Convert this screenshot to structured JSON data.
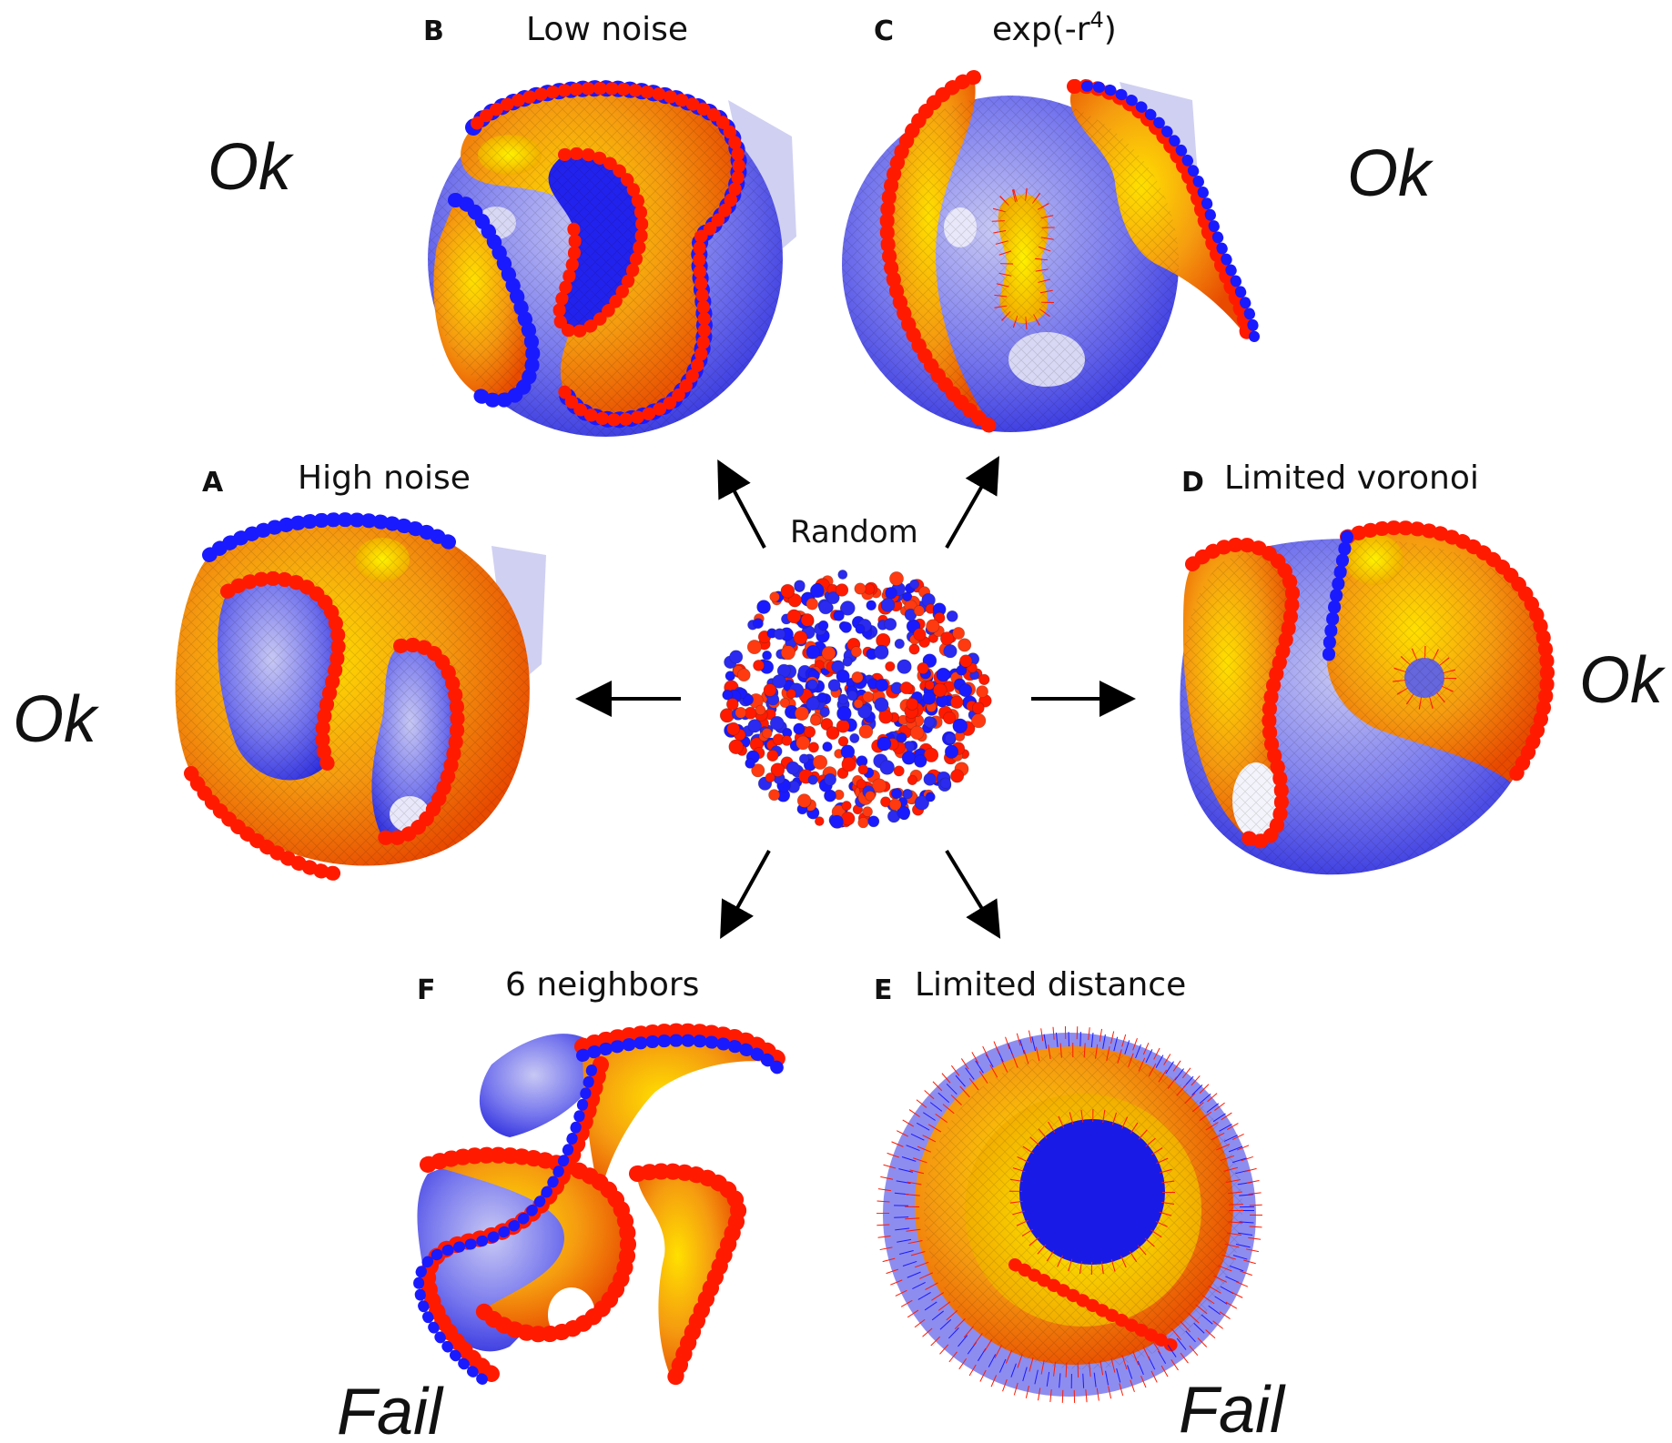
{
  "center": {
    "label": "Random"
  },
  "panels": {
    "A": {
      "letter": "A",
      "title": "High noise",
      "verdict": "Ok"
    },
    "B": {
      "letter": "B",
      "title": "Low noise",
      "verdict": "Ok"
    },
    "C": {
      "letter": "C",
      "title_base": "exp(-r",
      "title_sup": "4",
      "title_end": ")",
      "verdict": "Ok"
    },
    "D": {
      "letter": "D",
      "title": "Limited voronoi",
      "verdict": "Ok"
    },
    "E": {
      "letter": "E",
      "title": "Limited distance",
      "verdict": "Fail"
    },
    "F": {
      "letter": "F",
      "title": "6 neighbors",
      "verdict": "Fail"
    }
  },
  "colors": {
    "red": "#ff1a00",
    "blue": "#1a1aff",
    "orange": "#f07a10",
    "yellow": "#ffd000",
    "lavender": "#8888ee",
    "pale": "#d8d8f4"
  }
}
